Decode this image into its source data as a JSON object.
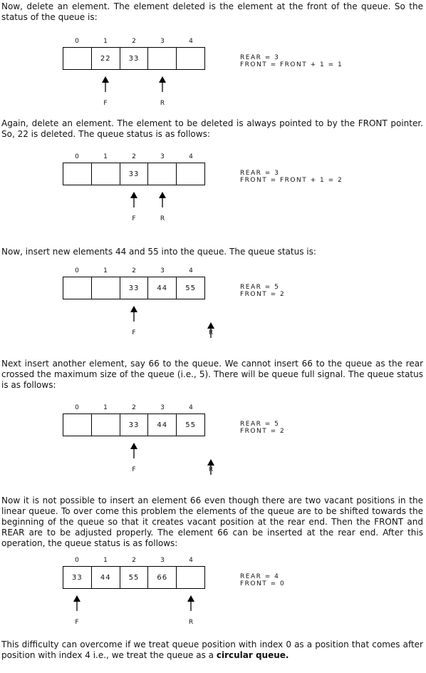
{
  "paragraphs": {
    "p1": "Now, delete an element. The element deleted is the element at the front of the queue. So the status of the queue is:",
    "p2": "Again, delete an element. The element to be deleted is always pointed to by the FRONT pointer. So, 22 is deleted. The queue status is as follows:",
    "p3": "Now, insert new elements 44 and 55 into the queue. The queue status is:",
    "p4": "Next insert another element, say 66 to the queue. We cannot insert 66 to the queue as the rear crossed the maximum size of the queue (i.e., 5). There will be queue full signal. The queue status is as follows:",
    "p5": "Now it is not possible to insert an element 66 even though there are two vacant positions in the linear queue. To over come this problem the elements of the queue are to be shifted towards the beginning of the queue so that it creates vacant position at the rear end. Then the FRONT and REAR are to be adjusted properly. The element 66 can be inserted at the rear end. After this operation, the queue status is as follows:",
    "p6_plain": "This difficulty can overcome if we treat queue position with index 0 as a position that comes after position with index 4 i.e., we treat the queue as a ",
    "p6_bold": "circular queue."
  },
  "indices": [
    "0",
    "1",
    "2",
    "3",
    "4"
  ],
  "diagrams": [
    {
      "cells": [
        "",
        "22",
        "33",
        "",
        ""
      ],
      "info": [
        "REAR = 3",
        "FRONT = FRONT + 1 = 1"
      ],
      "front_label": "F",
      "rear_label": "R"
    },
    {
      "cells": [
        "",
        "",
        "33",
        "",
        ""
      ],
      "info": [
        "REAR = 3",
        "FRONT = FRONT + 1 = 2"
      ],
      "front_label": "F",
      "rear_label": "R"
    },
    {
      "cells": [
        "",
        "",
        "33",
        "44",
        "55"
      ],
      "info": [
        "REAR = 5",
        "FRONT = 2"
      ],
      "front_label": "F",
      "rear_label": "R"
    },
    {
      "cells": [
        "",
        "",
        "33",
        "44",
        "55"
      ],
      "info": [
        "REAR = 5",
        "FRONT = 2"
      ],
      "front_label": "F",
      "rear_label": "R"
    },
    {
      "cells": [
        "33",
        "44",
        "55",
        "66",
        ""
      ],
      "info": [
        "REAR = 4",
        "FRONT = 0"
      ],
      "front_label": "F",
      "rear_label": "R"
    }
  ]
}
